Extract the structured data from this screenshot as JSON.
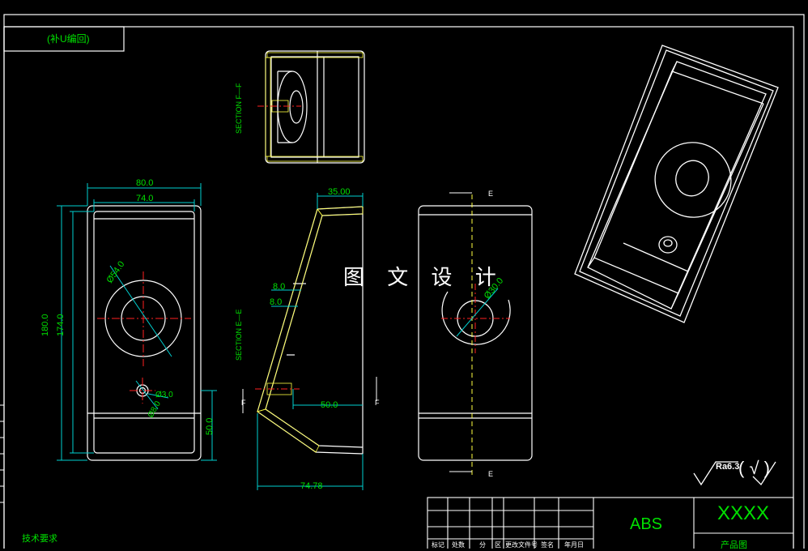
{
  "top_left_tag": "(补U编回)",
  "overlay_text": "图 文 设 计",
  "dims": {
    "width_outer": "80.0",
    "width_inner": "74.0",
    "height_outer": "180.0",
    "height_inner": "174.0",
    "circle_large": "Ø54.0",
    "hole_1": "Ø3.0",
    "hole_2": "Ø8.0",
    "bottom_offset": "50.0",
    "top_depth": "35.00",
    "step_1": "8.0",
    "step_2": "8.0",
    "side_len": "50.0",
    "base_len": "74.78",
    "right_circle": "Ø30.0"
  },
  "sections": {
    "ff": "SECTION F—F",
    "ee": "SECTION E—E",
    "f_mark": "F",
    "e_mark": "E"
  },
  "roughness": {
    "ra": "Ra6.3",
    "paren": "( √ )"
  },
  "tech_req": "技术要求",
  "title_block": {
    "material": "ABS",
    "part_name": "XXXX",
    "sub": "产品图",
    "headers": [
      "标记",
      "处数",
      "分",
      "区",
      "更改文件号",
      "签名",
      "年月日"
    ]
  }
}
